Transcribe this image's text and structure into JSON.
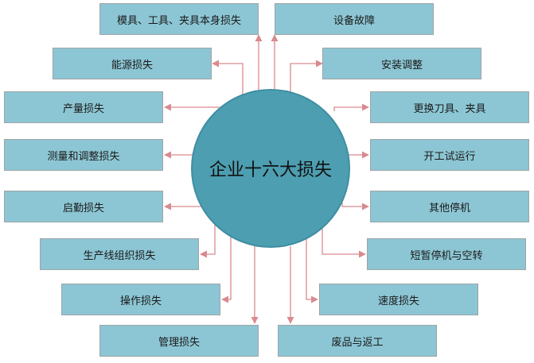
{
  "center": {
    "label": "企业十六大损失"
  },
  "colors": {
    "box_fill": "#8cc6d4",
    "box_border": "#9ea4a6",
    "hub_fill": "#4d9eb1",
    "connector": "#d98a8f"
  },
  "left_losses": [
    "模具、工具、夹具本身损失",
    "能源损失",
    "产量损失",
    "测量和调整损失",
    "启勤损失",
    "生产线组织损失",
    "操作损失",
    "管理损失"
  ],
  "right_losses": [
    "设备故障",
    "安装调整",
    "更换刀具、夹具",
    "开工试运行",
    "其他停机",
    "短暂停机与空转",
    "速度损失",
    "废品与返工"
  ]
}
